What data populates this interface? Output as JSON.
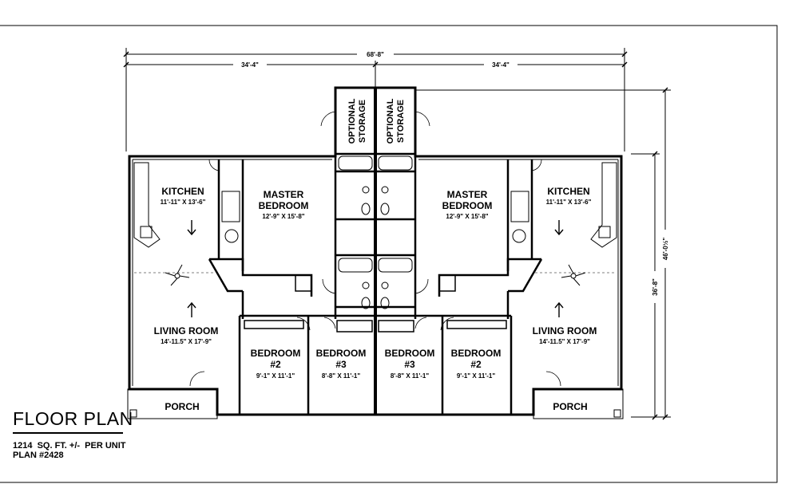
{
  "dimensions": {
    "overall_width": "68'-8\"",
    "half_width_left": "34'-4\"",
    "half_width_right": "34'-4\"",
    "overall_depth": "46'-0½\"",
    "house_depth": "36'-8\""
  },
  "left_unit": {
    "kitchen": {
      "name": "KITCHEN",
      "size": "11'-11\" X 13'-6\""
    },
    "master_bedroom": {
      "name1": "MASTER",
      "name2": "BEDROOM",
      "size": "12'-9\" X 15'-8\""
    },
    "living_room": {
      "name": "LIVING ROOM",
      "size": "14'-11.5\" X 17'-9\""
    },
    "bedroom2": {
      "name1": "BEDROOM",
      "name2": "#2",
      "size": "9'-1\" X 11'-1\""
    },
    "bedroom3": {
      "name1": "BEDROOM",
      "name2": "#3",
      "size": "8'-8\" X 11'-1\""
    },
    "porch": {
      "name": "PORCH"
    },
    "storage": {
      "line1": "OPTIONAL",
      "line2": "STORAGE"
    }
  },
  "right_unit": {
    "kitchen": {
      "name": "KITCHEN",
      "size": "11'-11\" X 13'-6\""
    },
    "master_bedroom": {
      "name1": "MASTER",
      "name2": "BEDROOM",
      "size": "12'-9\" X 15'-8\""
    },
    "living_room": {
      "name": "LIVING ROOM",
      "size": "14'-11.5\" X 17'-9\""
    },
    "bedroom2": {
      "name1": "BEDROOM",
      "name2": "#2",
      "size": "9'-1\" X 11'-1\""
    },
    "bedroom3": {
      "name1": "BEDROOM",
      "name2": "#3",
      "size": "8'-8\" X 11'-1\""
    },
    "porch": {
      "name": "PORCH"
    },
    "storage": {
      "line1": "OPTIONAL",
      "line2": "STORAGE"
    }
  },
  "title_block": {
    "title": "FLOOR PLAN",
    "sqft": "1214  SQ. FT. +/-  PER UNIT",
    "plan_number": "PLAN #2428"
  }
}
